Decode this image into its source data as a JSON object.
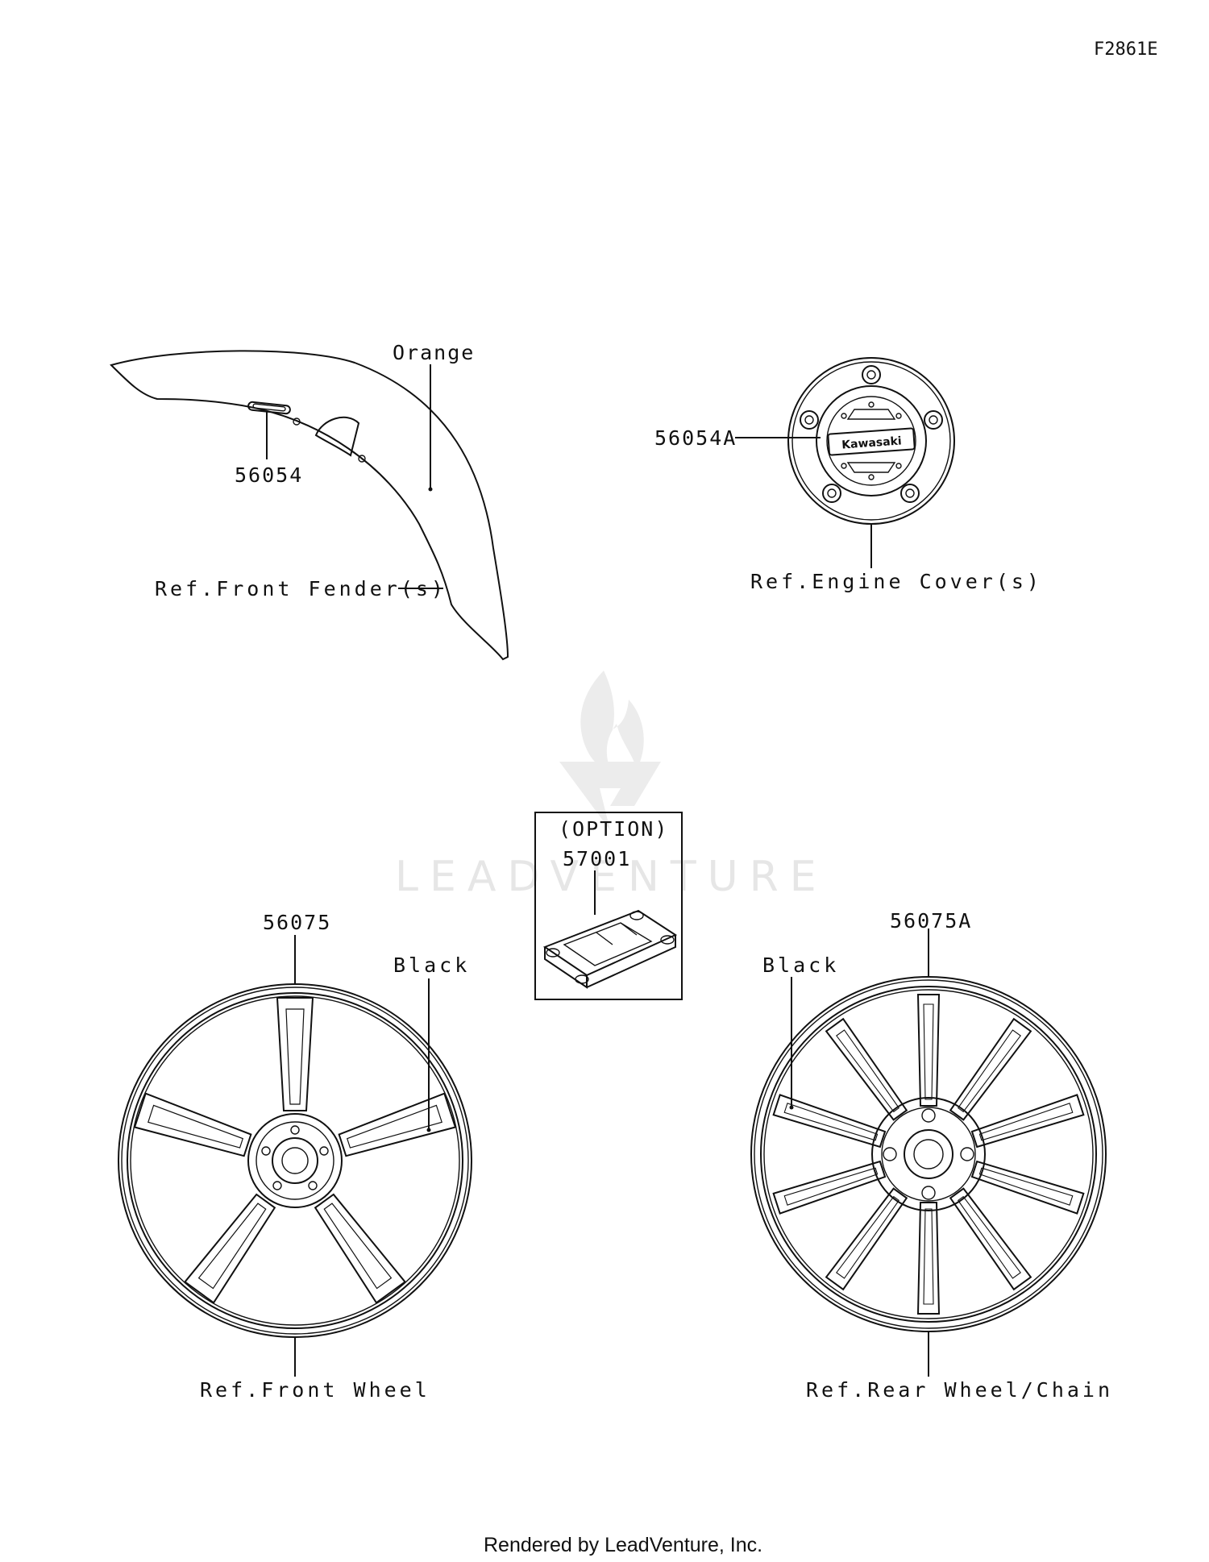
{
  "diagram": {
    "code": "F2861E",
    "footer": "Rendered by LeadVenture, Inc.",
    "watermark": "LEADVENTURE",
    "labels": {
      "orange": "Orange",
      "part_56054": "56054",
      "ref_front_fender": "Ref.Front Fender(s)",
      "part_56054A": "56054A",
      "ref_engine_cover": "Ref.Engine Cover(s)",
      "option": "(OPTION)",
      "part_57001": "57001",
      "part_56075": "56075",
      "black_front": "Black",
      "part_56075A": "56075A",
      "black_rear": "Black",
      "ref_front_wheel": "Ref.Front Wheel",
      "ref_rear_wheel": "Ref.Rear Wheel/Chain"
    },
    "emblem_text": "Kawasaki"
  }
}
